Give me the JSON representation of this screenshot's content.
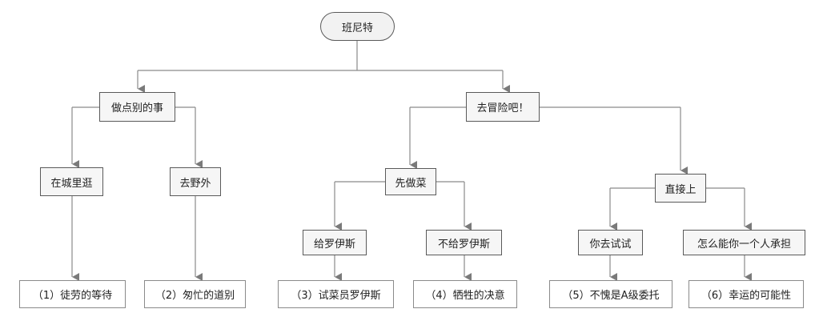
{
  "root": {
    "label": "班尼特"
  },
  "branches": {
    "other": {
      "label": "做点别的事",
      "city": {
        "label": "在城里逛",
        "ending": "（1）徒劳的等待"
      },
      "wild": {
        "label": "去野外",
        "ending": "（2）匆忙的道别"
      }
    },
    "adventure": {
      "label": "去冒险吧！",
      "cook": {
        "label": "先做菜",
        "give": {
          "label": "给罗伊斯",
          "ending": "（3）试菜员罗伊斯"
        },
        "nogive": {
          "label": "不给罗伊斯",
          "ending": "（4）牺牲的决意"
        }
      },
      "direct": {
        "label": "直接上",
        "try": {
          "label": "你去试试",
          "ending": "（5）不愧是A级委托"
        },
        "alone": {
          "label": "怎么能你一个人承担",
          "ending": "（6）幸运的可能性"
        }
      }
    }
  }
}
